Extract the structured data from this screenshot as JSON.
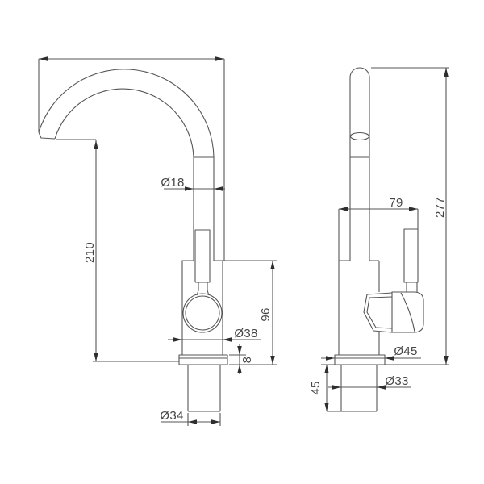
{
  "drawing_type": "tap-technical-dimension-drawing",
  "colors": {
    "background": "#ffffff",
    "line": "#565656",
    "arrow": "#2e2e2e",
    "text": "#454545"
  },
  "front_view": {
    "dims": {
      "spout_tube_diameter": "Ø18",
      "spout_height": "210",
      "body_diameter": "Ø38",
      "body_height": "96",
      "base_plate_thickness": "8",
      "shank_diameter": "Ø34"
    }
  },
  "side_view": {
    "dims": {
      "handle_reach": "79",
      "overall_height": "277",
      "base_plate_diameter": "Ø45",
      "shank_diameter": "Ø33",
      "shank_length": "45"
    }
  }
}
